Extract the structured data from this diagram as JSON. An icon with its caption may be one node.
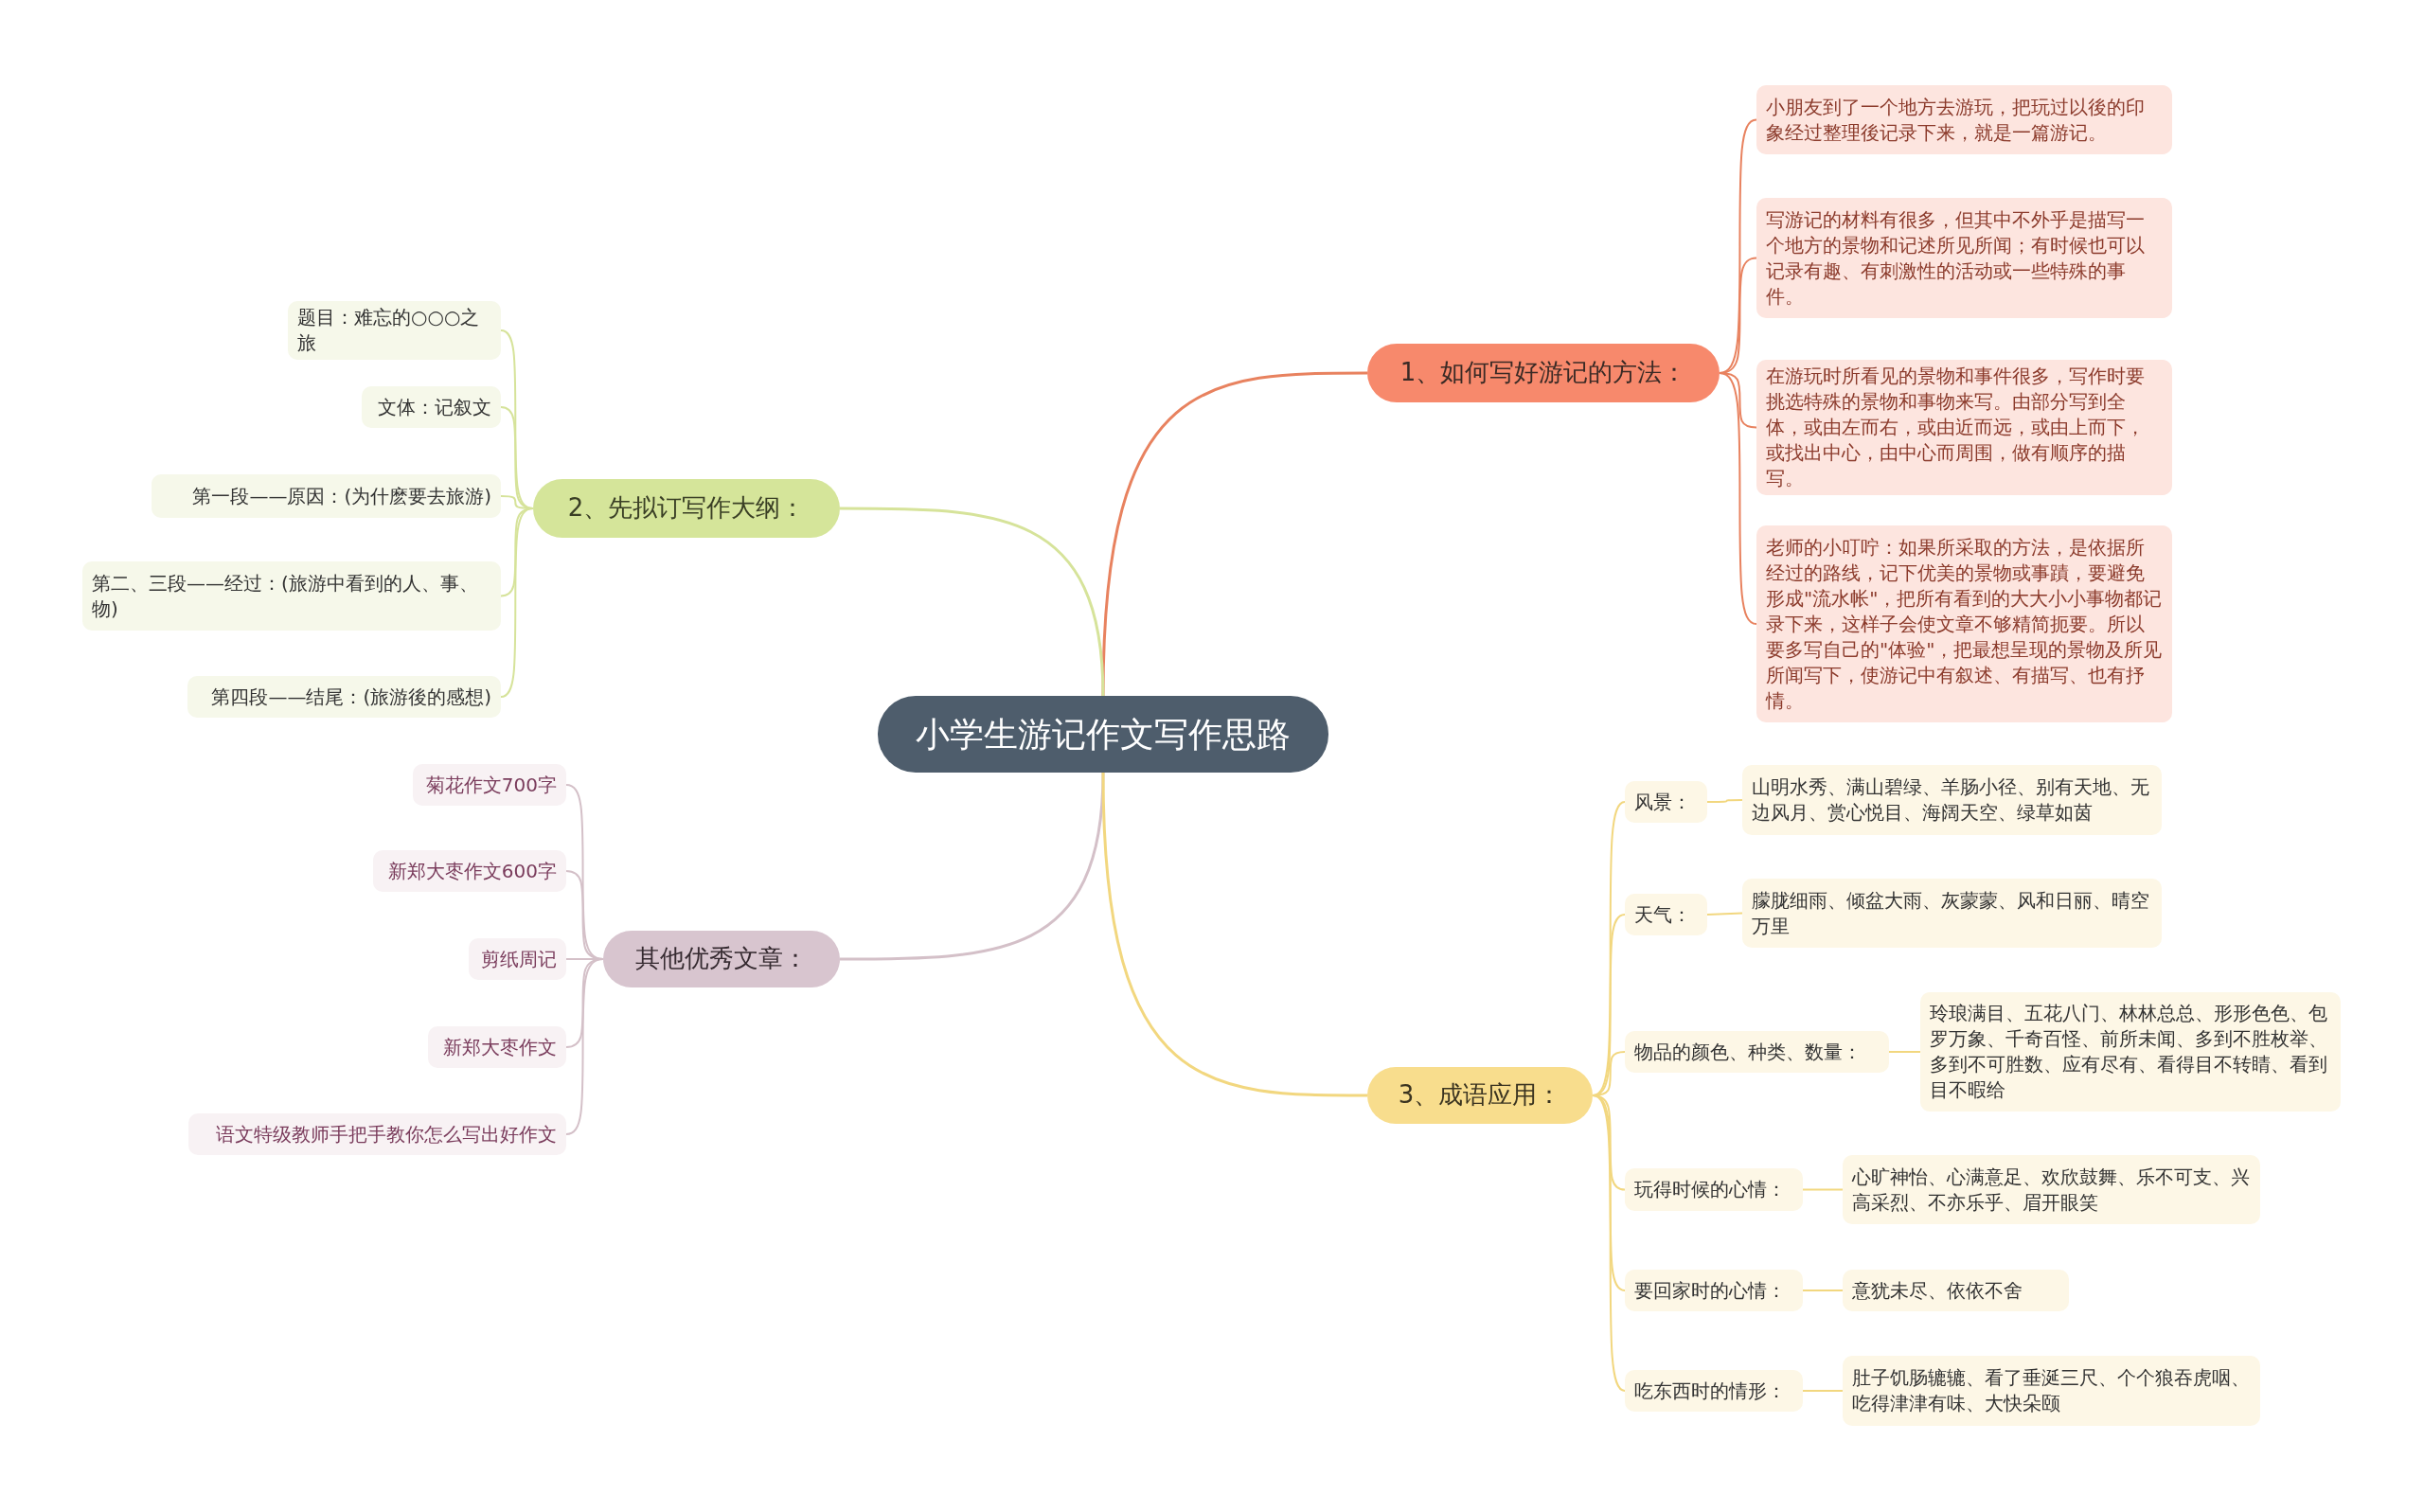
{
  "diagram": {
    "nodes": [
      {
        "text": [
          "小学生游记作文写作思路"
        ]
      },
      {
        "text": [
          "1、如何写好游记的方法："
        ]
      },
      {
        "text": [
          "小朋友到了一个地方去游玩，把玩过以後的印象经过整理後记录下来，就是一篇游记。"
        ]
      },
      {
        "text": [
          "写游记的材料有很多，但其中不外乎是描写一个地方的景物和记述所见所闻；有时候也可以记录有趣、有刺激性的活动或一些特殊的事件。"
        ]
      },
      {
        "text": [
          "在游玩时所看见的景物和事件很多，写作时要挑选特殊的景物和事物来写。由部分写到全体，或由左而右，或由近而远，或由上而下，或找出中心，由中心而周围，做有顺序的描写。"
        ]
      },
      {
        "text": [
          "老师的小叮咛：如果所采取的方法，是依据所经过的路线，记下优美的景物或事蹟，要避免形成\"流水帐\"，把所有看到的大大小小事物都记录下来，这样子会使文章不够精简扼要。所以要多写自己的\"体验\"，把最想呈现的景物及所见所闻写下，使游记中有叙述、有描写、也有抒情。"
        ]
      },
      {
        "text": [
          "2、先拟订写作大纲："
        ]
      },
      {
        "text": [
          "题目：难忘的○○○之旅"
        ]
      },
      {
        "text": [
          "文体：记叙文"
        ]
      },
      {
        "text": [
          "第一段——原因：(为什麽要去旅游)"
        ]
      },
      {
        "text": [
          "第二、三段——经过：(旅游中看到的人、事、物)"
        ]
      },
      {
        "text": [
          "第四段——结尾：(旅游後的感想)"
        ]
      },
      {
        "text": [
          "其他优秀文章："
        ]
      },
      {
        "text": [
          "菊花作文700字"
        ]
      },
      {
        "text": [
          "新郑大枣作文600字"
        ]
      },
      {
        "text": [
          "剪纸周记"
        ]
      },
      {
        "text": [
          "新郑大枣作文"
        ]
      },
      {
        "text": [
          "语文特级教师手把手教你怎么写出好作文"
        ]
      },
      {
        "text": [
          "3、成语应用："
        ]
      },
      {
        "text": [
          "风景："
        ]
      },
      {
        "text": [
          "山明水秀、满山碧绿、羊肠小径、别有天地、无边风月、赏心悦目、海阔天空、绿草如茵"
        ]
      },
      {
        "text": [
          "天气："
        ]
      },
      {
        "text": [
          "朦胧细雨、倾盆大雨、灰蒙蒙、风和日丽、晴空万里"
        ]
      },
      {
        "text": [
          "物品的颜色、种类、数量："
        ]
      },
      {
        "text": [
          "玲琅满目、五花八门、林林总总、形形色色、包罗万象、千奇百怪、前所未闻、多到不胜枚举、多到不可胜数、应有尽有、看得目不转睛、看到目不暇给"
        ]
      },
      {
        "text": [
          "玩得时候的心情："
        ]
      },
      {
        "text": [
          "心旷神怡、心满意足、欢欣鼓舞、乐不可支、兴高采烈、不亦乐乎、眉开眼笑"
        ]
      },
      {
        "text": [
          "要回家时的心情："
        ]
      },
      {
        "text": [
          "意犹未尽、依依不舍"
        ]
      },
      {
        "text": [
          "吃东西时的情形："
        ]
      },
      {
        "text": [
          "肚子饥肠辘辘、看了垂涎三尺、个个狼吞虎咽、吃得津津有味、大快朵颐"
        ]
      }
    ],
    "edges": [
      {
        "from": 0,
        "to": 1,
        "arrow": "none",
        "color": "#e8825f"
      },
      {
        "from": 1,
        "to": 2,
        "arrow": "none",
        "color": "#e8825f"
      },
      {
        "from": 1,
        "to": 3,
        "arrow": "none",
        "color": "#e8825f"
      },
      {
        "from": 1,
        "to": 4,
        "arrow": "none",
        "color": "#e8825f"
      },
      {
        "from": 1,
        "to": 5,
        "arrow": "none",
        "color": "#e8825f"
      },
      {
        "from": 0,
        "to": 6,
        "arrow": "none",
        "color": "#d6e39a"
      },
      {
        "from": 6,
        "to": 7,
        "arrow": "none",
        "color": "#d6e39a"
      },
      {
        "from": 6,
        "to": 8,
        "arrow": "none",
        "color": "#d6e39a"
      },
      {
        "from": 6,
        "to": 9,
        "arrow": "none",
        "color": "#d6e39a"
      },
      {
        "from": 6,
        "to": 10,
        "arrow": "none",
        "color": "#d6e39a"
      },
      {
        "from": 6,
        "to": 11,
        "arrow": "none",
        "color": "#d6e39a"
      },
      {
        "from": 0,
        "to": 12,
        "arrow": "none",
        "color": "#d4c0c8"
      },
      {
        "from": 12,
        "to": 13,
        "arrow": "none",
        "color": "#d4c0c8"
      },
      {
        "from": 12,
        "to": 14,
        "arrow": "none",
        "color": "#d4c0c8"
      },
      {
        "from": 12,
        "to": 15,
        "arrow": "none",
        "color": "#d4c0c8"
      },
      {
        "from": 12,
        "to": 16,
        "arrow": "none",
        "color": "#d4c0c8"
      },
      {
        "from": 12,
        "to": 17,
        "arrow": "none",
        "color": "#d4c0c8"
      },
      {
        "from": 0,
        "to": 18,
        "arrow": "none"
      },
      {
        "from": 18,
        "to": 19,
        "arrow": "none"
      },
      {
        "from": 19,
        "to": 20,
        "arrow": "none"
      },
      {
        "from": 18,
        "to": 21,
        "arrow": "none"
      },
      {
        "from": 21,
        "to": 22,
        "arrow": "none"
      },
      {
        "from": 18,
        "to": 23,
        "arrow": "none"
      },
      {
        "from": 23,
        "to": 24,
        "arrow": "none"
      },
      {
        "from": 18,
        "to": 25,
        "arrow": "none"
      },
      {
        "from": 25,
        "to": 26,
        "arrow": "none"
      },
      {
        "from": 18,
        "to": 27,
        "arrow": "none"
      },
      {
        "from": 27,
        "to": 28,
        "arrow": "none"
      },
      {
        "from": 18,
        "to": 29,
        "arrow": "none"
      },
      {
        "from": 29,
        "to": 30,
        "arrow": "none"
      }
    ]
  }
}
